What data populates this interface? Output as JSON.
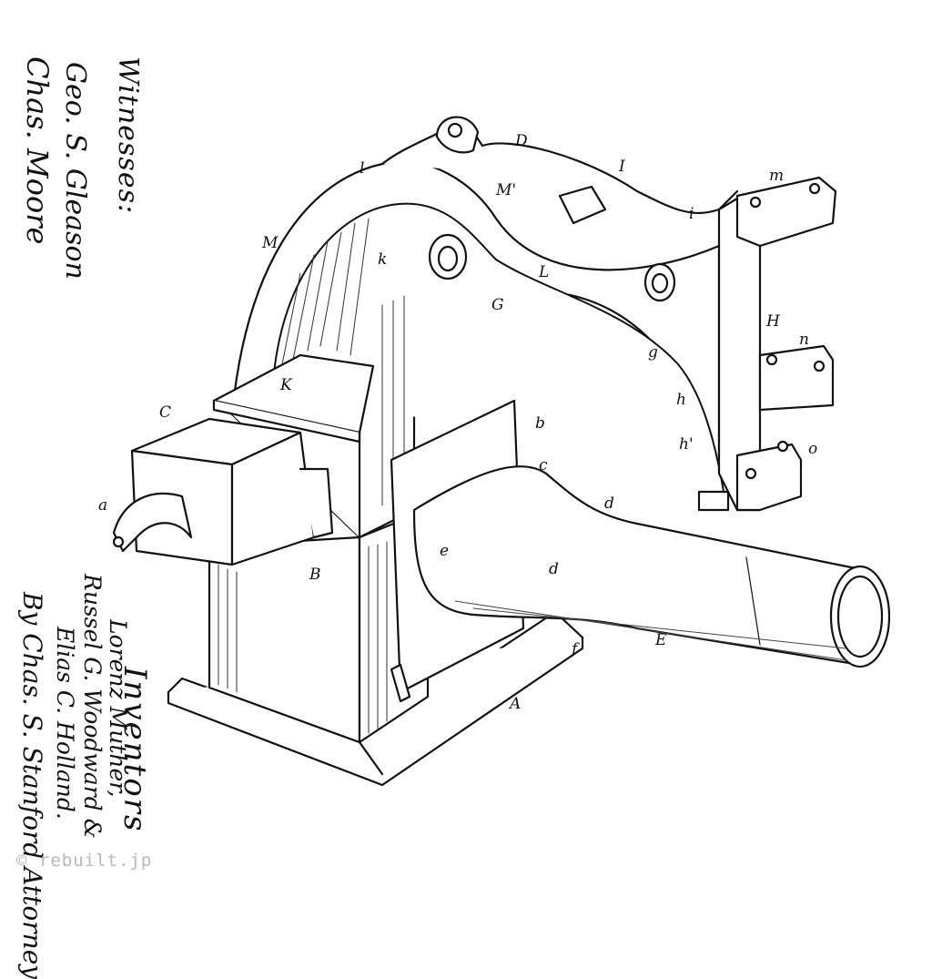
{
  "witnesses": {
    "heading": "Witnesses:",
    "names": [
      "Geo. S. Gleason",
      "Chas. Moore"
    ]
  },
  "inventors": {
    "heading": "Inventors",
    "lines": [
      "Lorenz Muther,",
      "Russel G. Woodward &",
      "Elias C. Holland.",
      "By Chas. S. Stanford Attorney"
    ]
  },
  "figure_labels": {
    "D": "D",
    "I": "I",
    "l": "l",
    "M_prime": "M'",
    "M": "M",
    "k": "k",
    "m": "m",
    "i": "i",
    "L": "L",
    "G": "G",
    "H": "H",
    "n": "n",
    "g": "g",
    "K": "K",
    "h": "h",
    "h_prime": "h'",
    "C": "C",
    "b": "b",
    "o": "o",
    "c": "c",
    "d": "d",
    "a": "a",
    "e": "e",
    "d2": "d",
    "B": "B",
    "E": "E",
    "f": "f",
    "A": "A"
  },
  "watermark": "© rebuilt.jp"
}
